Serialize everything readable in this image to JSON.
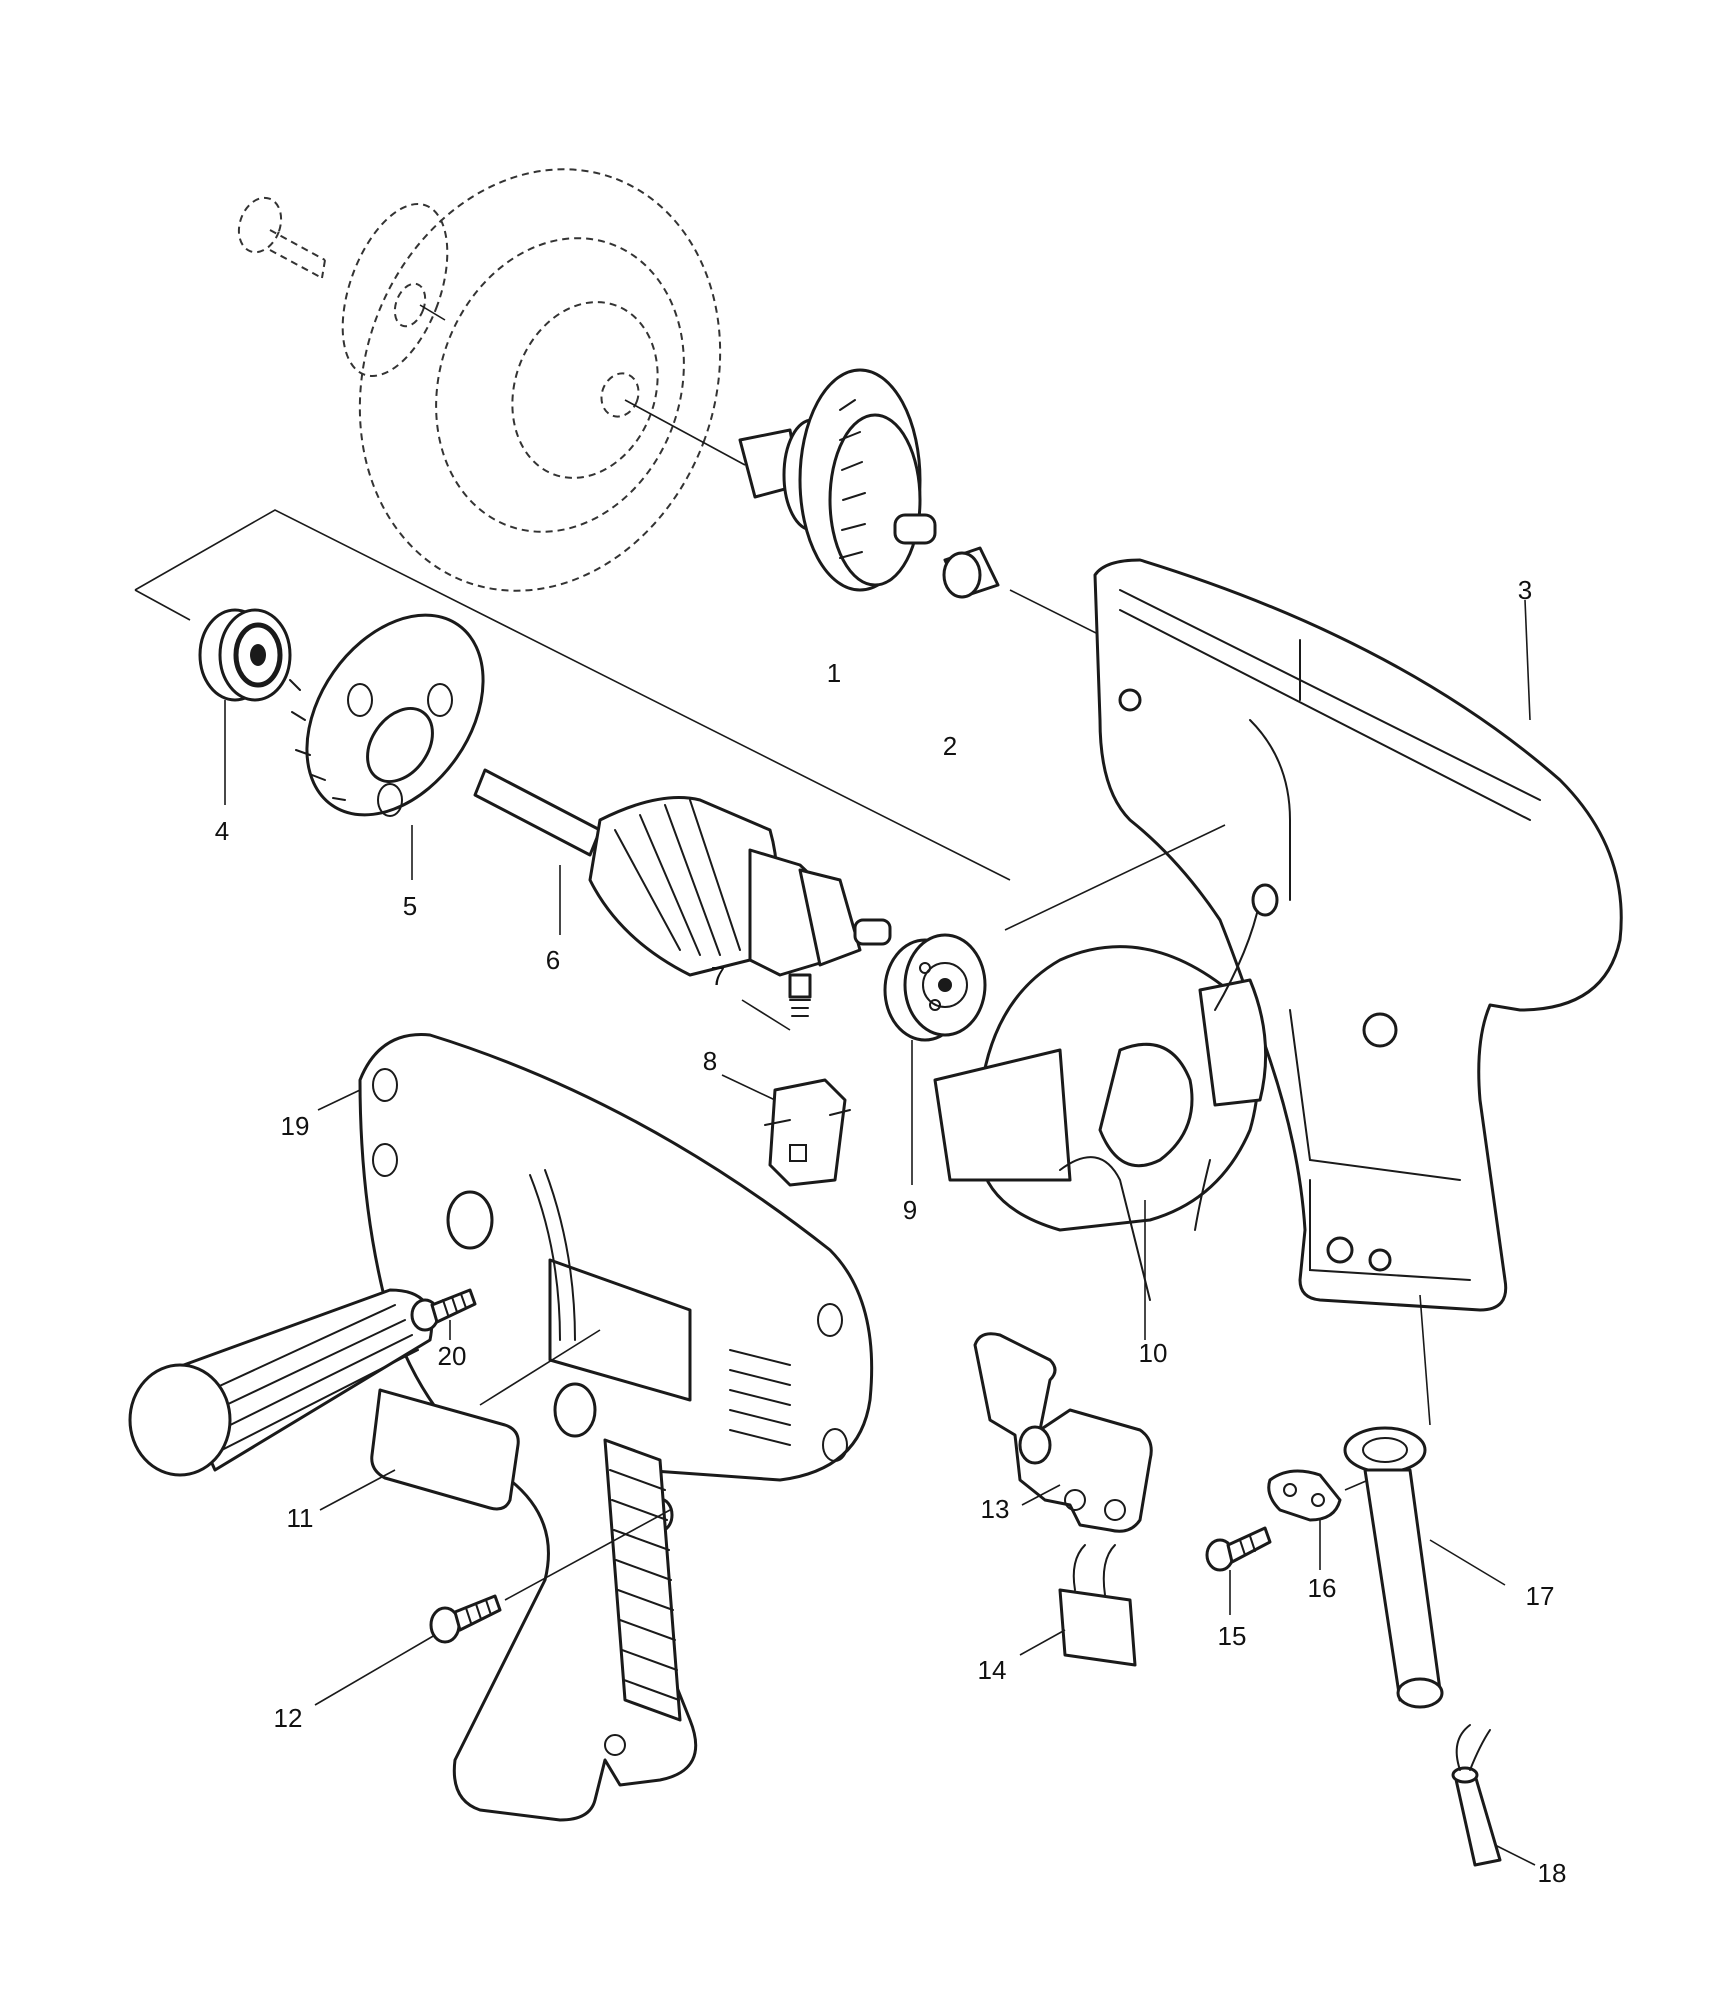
{
  "diagram": {
    "type": "exploded-parts-view",
    "callouts": [
      {
        "id": "1",
        "label": "1"
      },
      {
        "id": "2",
        "label": "2"
      },
      {
        "id": "3",
        "label": "3"
      },
      {
        "id": "4",
        "label": "4"
      },
      {
        "id": "5",
        "label": "5"
      },
      {
        "id": "6",
        "label": "6"
      },
      {
        "id": "7",
        "label": "7"
      },
      {
        "id": "8",
        "label": "8"
      },
      {
        "id": "9",
        "label": "9"
      },
      {
        "id": "10",
        "label": "10"
      },
      {
        "id": "11",
        "label": "11"
      },
      {
        "id": "12",
        "label": "12"
      },
      {
        "id": "13",
        "label": "13"
      },
      {
        "id": "14",
        "label": "14"
      },
      {
        "id": "15",
        "label": "15"
      },
      {
        "id": "16",
        "label": "16"
      },
      {
        "id": "17",
        "label": "17"
      },
      {
        "id": "18",
        "label": "18"
      },
      {
        "id": "19",
        "label": "19"
      },
      {
        "id": "20",
        "label": "20"
      }
    ]
  }
}
